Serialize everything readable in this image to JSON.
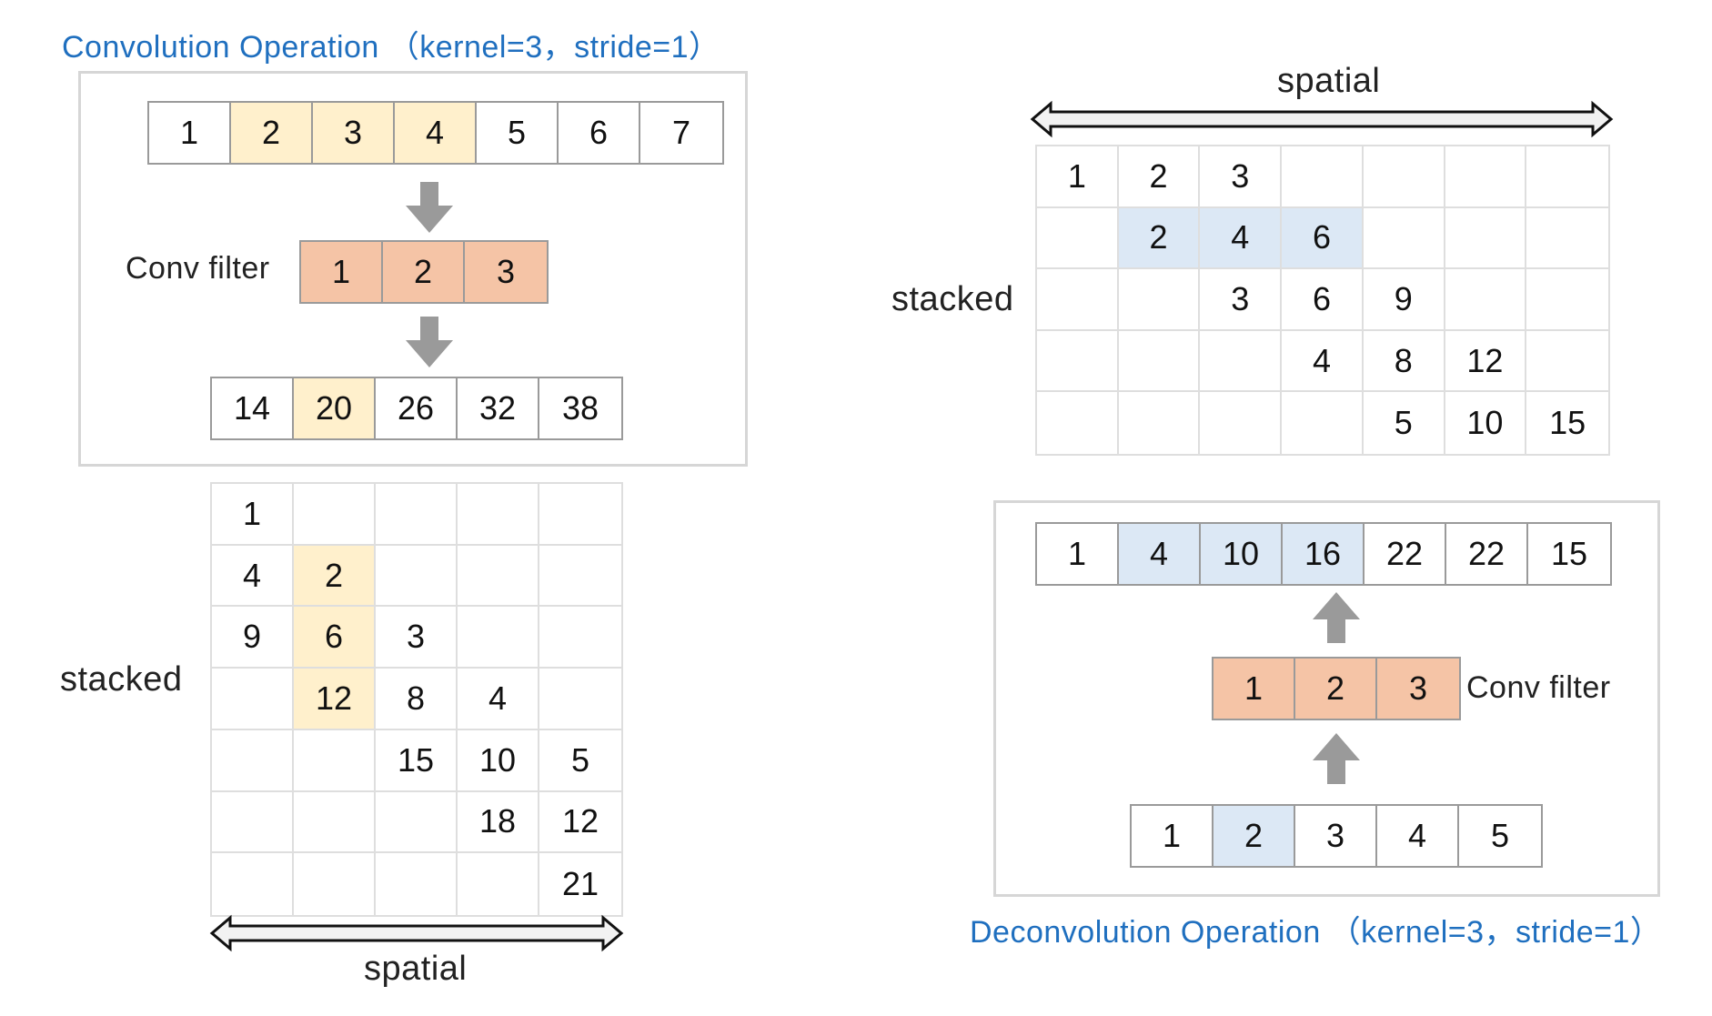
{
  "conv": {
    "title": "Convolution  Operation （kernel=3，stride=1）",
    "input": [
      "1",
      "2",
      "3",
      "4",
      "5",
      "6",
      "7"
    ],
    "input_highlight": [
      1,
      2,
      3
    ],
    "filter_label": "Conv  filter",
    "filter": [
      "1",
      "2",
      "3"
    ],
    "output": [
      "14",
      "20",
      "26",
      "32",
      "38"
    ],
    "output_highlight": [
      1
    ],
    "stacked_label": "stacked",
    "spatial_label": "spatial",
    "stacked_grid": [
      [
        "1",
        "",
        "",
        "",
        ""
      ],
      [
        "4",
        "2",
        "",
        "",
        ""
      ],
      [
        "9",
        "6",
        "3",
        "",
        ""
      ],
      [
        "",
        "12",
        "8",
        "4",
        ""
      ],
      [
        "",
        "",
        "15",
        "10",
        "5"
      ],
      [
        "",
        "",
        "",
        "18",
        "12"
      ],
      [
        "",
        "",
        "",
        "",
        "21"
      ]
    ],
    "stacked_highlight": [
      [
        1,
        1
      ],
      [
        2,
        1
      ],
      [
        3,
        1
      ]
    ]
  },
  "deconv": {
    "title": "Deconvolution  Operation （kernel=3，stride=1）",
    "spatial_label": "spatial",
    "stacked_label": "stacked",
    "stacked_grid": [
      [
        "1",
        "2",
        "3",
        "",
        "",
        "",
        ""
      ],
      [
        "",
        "2",
        "4",
        "6",
        "",
        "",
        ""
      ],
      [
        "",
        "",
        "3",
        "6",
        "9",
        "",
        ""
      ],
      [
        "",
        "",
        "",
        "4",
        "8",
        "12",
        ""
      ],
      [
        "",
        "",
        "",
        "",
        "5",
        "10",
        "15"
      ]
    ],
    "stacked_highlight": [
      [
        1,
        1
      ],
      [
        1,
        2
      ],
      [
        1,
        3
      ]
    ],
    "output": [
      "1",
      "4",
      "10",
      "16",
      "22",
      "22",
      "15"
    ],
    "output_highlight": [
      1,
      2,
      3
    ],
    "filter_label": "Conv  filter",
    "filter": [
      "1",
      "2",
      "3"
    ],
    "input": [
      "1",
      "2",
      "3",
      "4",
      "5"
    ],
    "input_highlight": [
      1
    ]
  },
  "colors": {
    "title": "#1f6fbf",
    "yellow": "#fff0cc",
    "orange": "#f5c4a6",
    "blue": "#dce8f5",
    "arrow": "#9a9a9a"
  }
}
